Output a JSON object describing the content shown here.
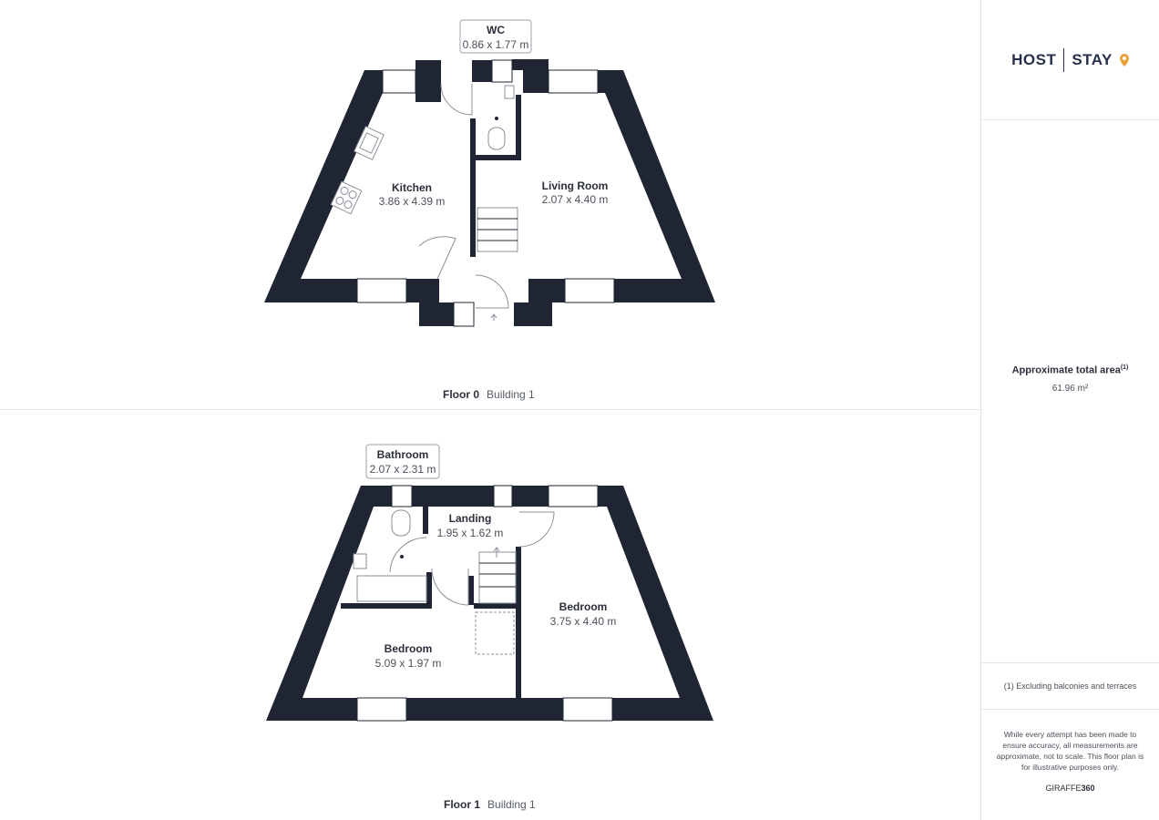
{
  "floors": [
    {
      "label": "Floor 0",
      "building": "Building 1",
      "rooms": [
        {
          "name": "WC",
          "dims": "0.86 x 1.77 m"
        },
        {
          "name": "Kitchen",
          "dims": "3.86 x 4.39 m"
        },
        {
          "name": "Living Room",
          "dims": "2.07 x 4.40 m"
        }
      ]
    },
    {
      "label": "Floor 1",
      "building": "Building 1",
      "rooms": [
        {
          "name": "Bathroom",
          "dims": "2.07 x 2.31 m"
        },
        {
          "name": "Landing",
          "dims": "1.95 x 1.62 m"
        },
        {
          "name": "Bedroom",
          "dims": "3.75 x 4.40 m"
        },
        {
          "name": "Bedroom",
          "dims": "5.09 x 1.97 m"
        }
      ]
    }
  ],
  "sidebar": {
    "logo_left": "HOST",
    "logo_right": "STAY",
    "area_title": "Approximate total area",
    "area_footnote_mark": "(1)",
    "area_value": "61.96 m²",
    "footnote": "(1) Excluding balconies and terraces",
    "disclaimer": "While every attempt has been made to ensure accuracy, all measurements are approximate, not to scale. This floor plan is for illustrative purposes only.",
    "brand_prefix": "GIRAFFE",
    "brand_suffix": "360"
  },
  "colors": {
    "wall": "#1f2533",
    "accent": "#e8a33d"
  }
}
